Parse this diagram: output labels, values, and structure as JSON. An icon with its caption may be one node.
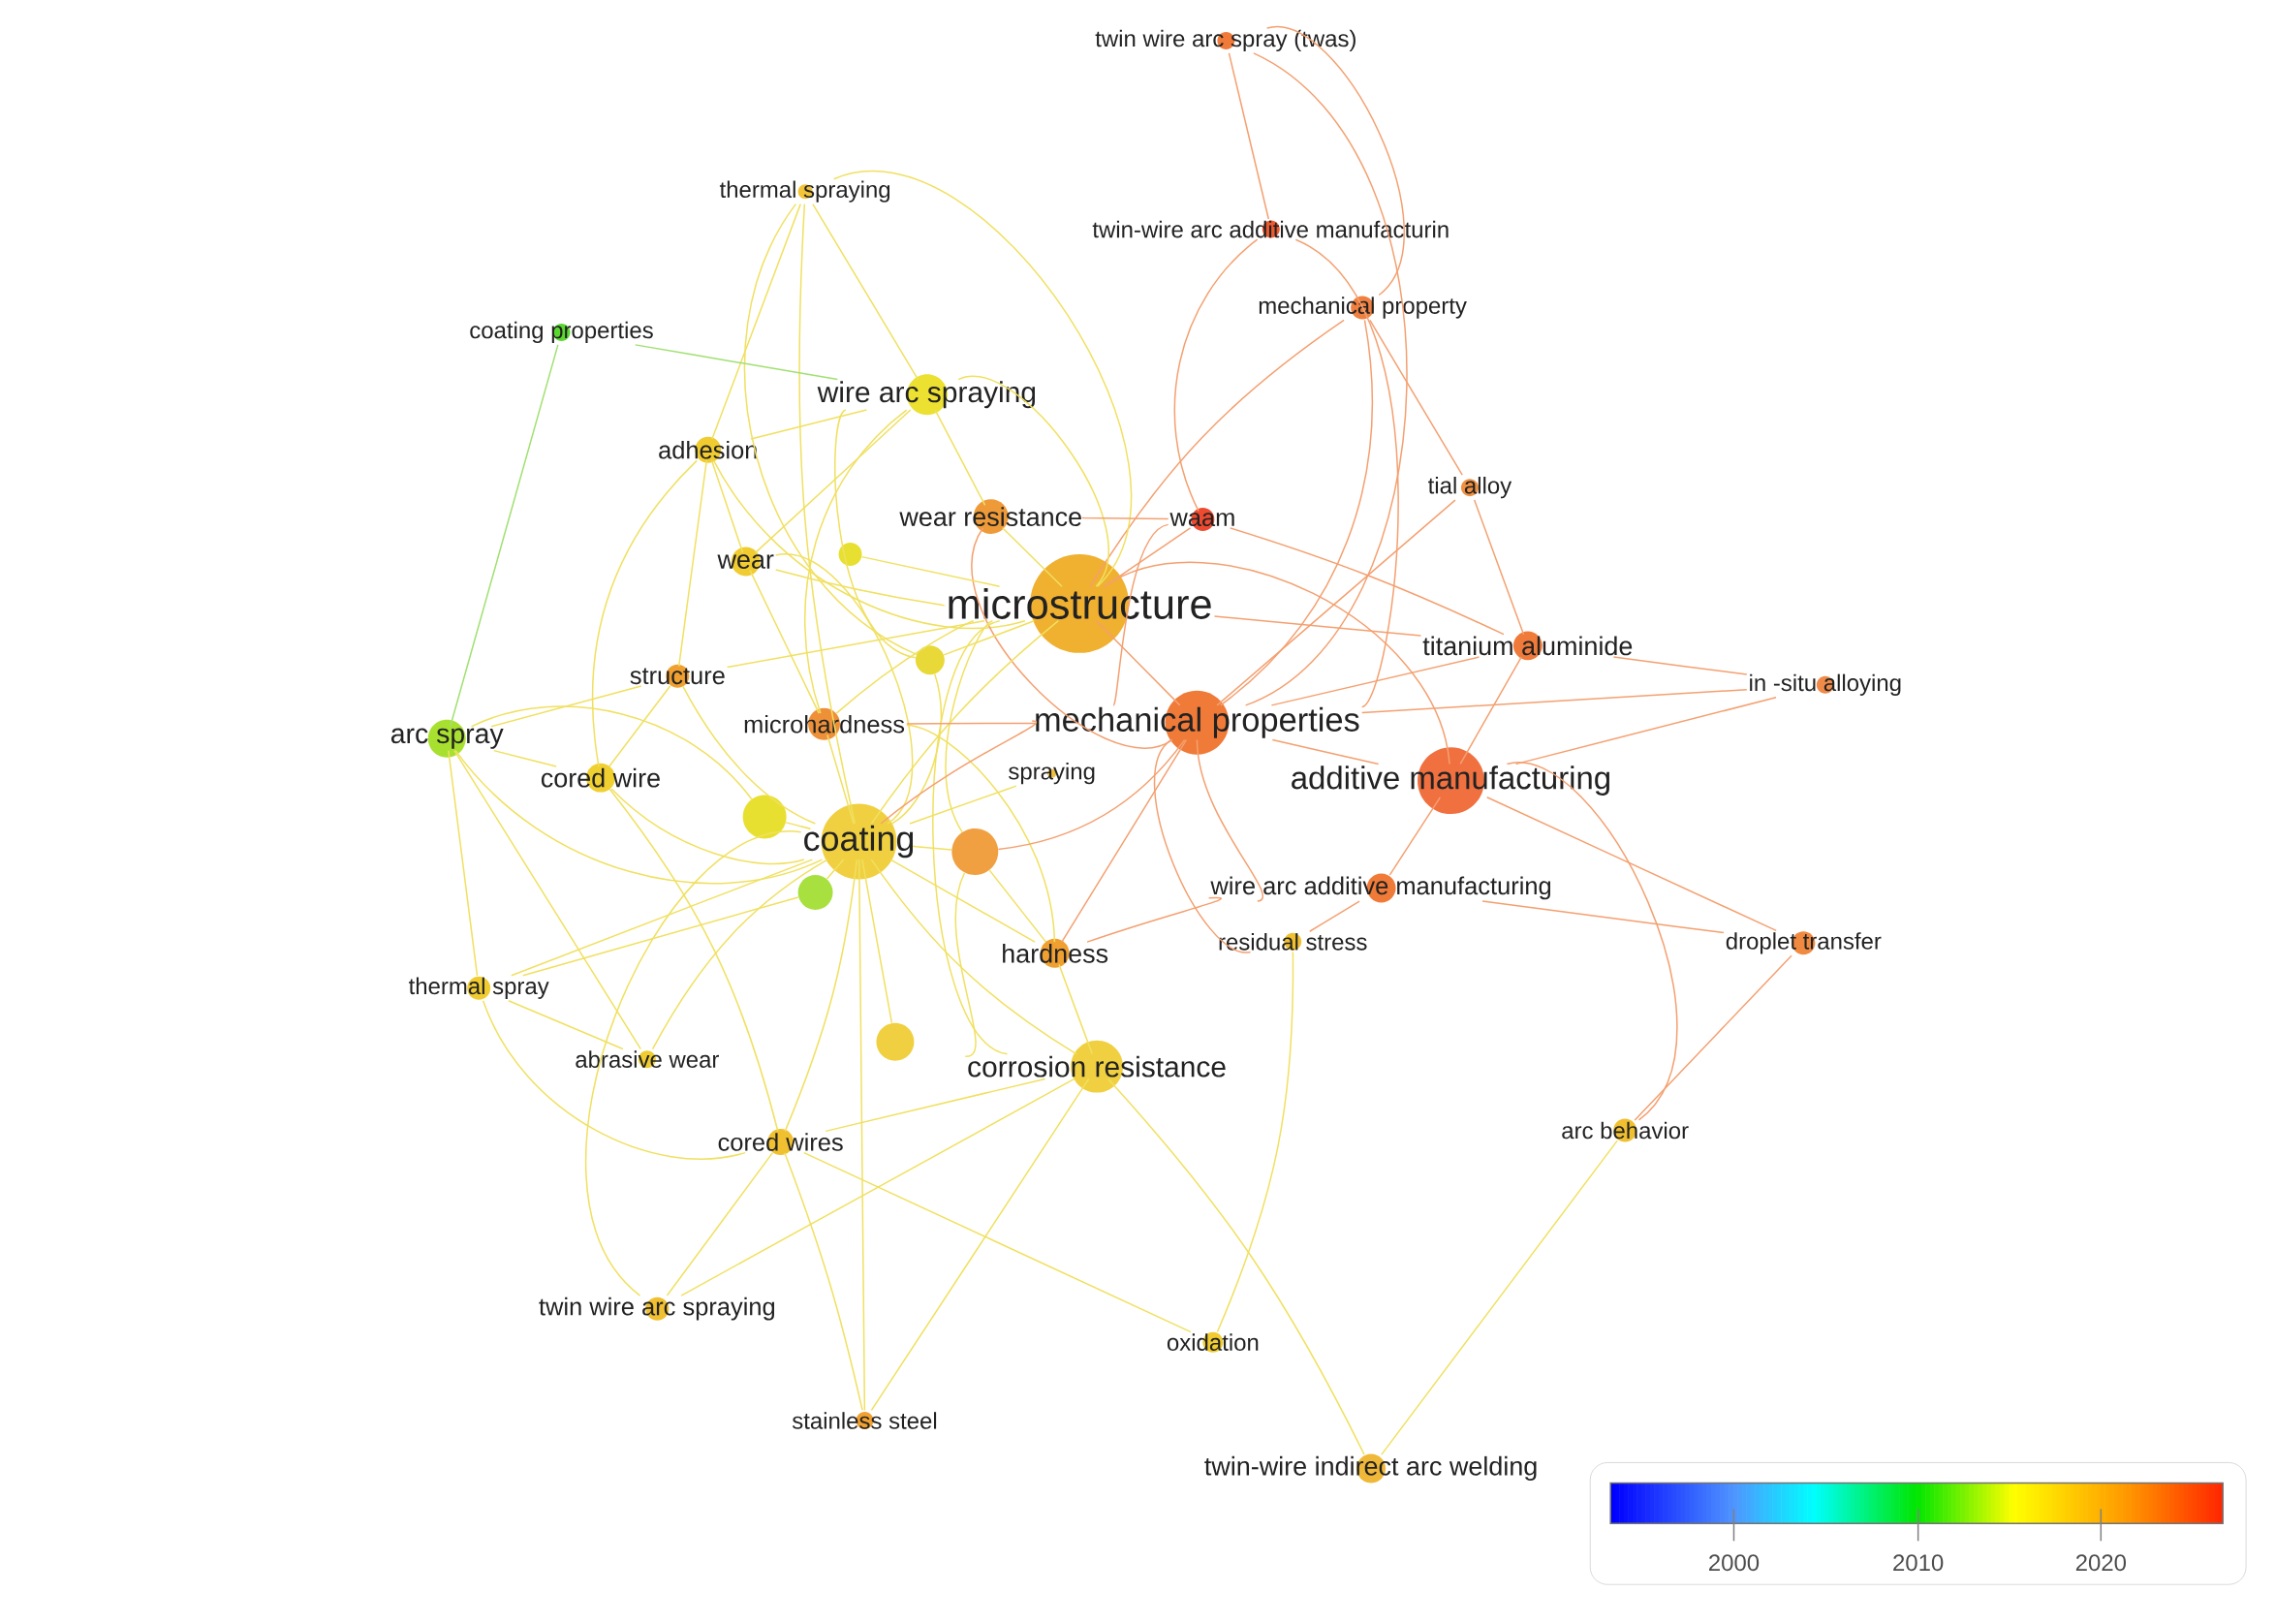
{
  "diagram": {
    "nodes": [
      {
        "text": [
          "twin wire arc spray (twas)"
        ]
      },
      {
        "text": [
          "thermal spraying"
        ]
      },
      {
        "text": [
          "twin-wire arc additive manufacturin"
        ]
      },
      {
        "text": [
          "mechanical property"
        ]
      },
      {
        "text": [
          "coating properties"
        ]
      },
      {
        "text": [
          "wire arc spraying"
        ]
      },
      {
        "text": [
          "adhesion"
        ]
      },
      {
        "text": [
          "tial alloy"
        ]
      },
      {
        "text": [
          "wear resistance"
        ]
      },
      {
        "text": [
          "waam"
        ]
      },
      {
        "text": [
          "wear"
        ]
      },
      {
        "text": [],
        "shape": "circle"
      },
      {
        "text": [
          "microstructure"
        ]
      },
      {
        "text": [],
        "shape": "circle"
      },
      {
        "text": [
          "titanium aluminide"
        ]
      },
      {
        "text": [
          "in -situ alloying"
        ]
      },
      {
        "text": [
          "structure"
        ]
      },
      {
        "text": [
          "microhardness"
        ]
      },
      {
        "text": [
          "arc spray"
        ]
      },
      {
        "text": [
          "mechanical properties"
        ]
      },
      {
        "text": [
          "cored wire"
        ]
      },
      {
        "text": [
          "spraying"
        ]
      },
      {
        "text": [
          "additive manufacturing"
        ]
      },
      {
        "text": [],
        "shape": "circle"
      },
      {
        "text": [
          "coating"
        ]
      },
      {
        "text": [],
        "shape": "circle"
      },
      {
        "text": [],
        "shape": "circle"
      },
      {
        "text": [
          "wire arc additive manufacturing"
        ]
      },
      {
        "text": [
          "residual stress"
        ]
      },
      {
        "text": [
          "droplet transfer"
        ]
      },
      {
        "text": [
          "hardness"
        ]
      },
      {
        "text": [
          "thermal spray"
        ]
      },
      {
        "text": [],
        "shape": "circle"
      },
      {
        "text": [
          "abrasive wear"
        ]
      },
      {
        "text": [
          "corrosion resistance"
        ]
      },
      {
        "text": [
          "arc behavior"
        ]
      },
      {
        "text": [
          "cored wires"
        ]
      },
      {
        "text": [
          "twin wire arc spraying"
        ]
      },
      {
        "text": [
          "oxidation"
        ]
      },
      {
        "text": [
          "stainless steel"
        ]
      },
      {
        "text": [
          "twin-wire indirect arc welding"
        ]
      }
    ],
    "edges": [
      {
        "from": 0,
        "to": 2,
        "arrow": "none",
        "color": "#f4a070"
      },
      {
        "from": 0,
        "to": 3,
        "arrow": "none",
        "color": "#f4a070"
      },
      {
        "from": 0,
        "to": 19,
        "arrow": "none",
        "color": "#f4a070"
      },
      {
        "from": 2,
        "to": 19,
        "arrow": "none",
        "color": "#f4a070"
      },
      {
        "from": 2,
        "to": 9,
        "arrow": "none",
        "color": "#f4a070"
      },
      {
        "from": 3,
        "to": 12,
        "arrow": "none",
        "color": "#f4a070"
      },
      {
        "from": 3,
        "to": 19,
        "arrow": "none",
        "color": "#f4a070"
      },
      {
        "from": 3,
        "to": 7,
        "arrow": "none",
        "color": "#f4a070"
      },
      {
        "from": 1,
        "to": 5,
        "arrow": "none"
      },
      {
        "from": 1,
        "to": 6,
        "arrow": "none"
      },
      {
        "from": 1,
        "to": 12,
        "arrow": "none"
      },
      {
        "from": 1,
        "to": 24,
        "arrow": "none"
      },
      {
        "from": 1,
        "to": 13,
        "arrow": "none"
      },
      {
        "from": 4,
        "to": 5,
        "arrow": "none",
        "color": "#a0e070"
      },
      {
        "from": 4,
        "to": 18,
        "arrow": "none",
        "color": "#a0e070"
      },
      {
        "from": 5,
        "to": 12,
        "arrow": "none"
      },
      {
        "from": 5,
        "to": 6,
        "arrow": "none"
      },
      {
        "from": 5,
        "to": 10,
        "arrow": "none"
      },
      {
        "from": 5,
        "to": 8,
        "arrow": "none"
      },
      {
        "from": 5,
        "to": 17,
        "arrow": "none"
      },
      {
        "from": 5,
        "to": 13,
        "arrow": "none"
      },
      {
        "from": 6,
        "to": 10,
        "arrow": "none"
      },
      {
        "from": 6,
        "to": 20,
        "arrow": "none"
      },
      {
        "from": 6,
        "to": 12,
        "arrow": "none"
      },
      {
        "from": 6,
        "to": 16,
        "arrow": "none"
      },
      {
        "from": 7,
        "to": 14,
        "arrow": "none",
        "color": "#f4a070"
      },
      {
        "from": 7,
        "to": 19,
        "arrow": "none",
        "color": "#f4a070"
      },
      {
        "from": 8,
        "to": 12,
        "arrow": "none"
      },
      {
        "from": 8,
        "to": 9,
        "arrow": "none",
        "color": "#f4a070"
      },
      {
        "from": 8,
        "to": 19,
        "arrow": "none",
        "color": "#f4a070"
      },
      {
        "from": 9,
        "to": 12,
        "arrow": "none",
        "color": "#f4a070"
      },
      {
        "from": 9,
        "to": 14,
        "arrow": "none",
        "color": "#f4a070"
      },
      {
        "from": 9,
        "to": 19,
        "arrow": "none",
        "color": "#f4a070"
      },
      {
        "from": 10,
        "to": 12,
        "arrow": "none"
      },
      {
        "from": 10,
        "to": 24,
        "arrow": "none"
      },
      {
        "from": 10,
        "to": 17,
        "arrow": "none"
      },
      {
        "from": 11,
        "to": 12,
        "arrow": "none"
      },
      {
        "from": 12,
        "to": 19,
        "arrow": "none",
        "color": "#f4a070"
      },
      {
        "from": 12,
        "to": 22,
        "arrow": "none",
        "color": "#f4a070"
      },
      {
        "from": 12,
        "to": 24,
        "arrow": "none"
      },
      {
        "from": 12,
        "to": 17,
        "arrow": "none"
      },
      {
        "from": 12,
        "to": 34,
        "arrow": "none"
      },
      {
        "from": 12,
        "to": 16,
        "arrow": "none"
      },
      {
        "from": 12,
        "to": 13,
        "arrow": "none"
      },
      {
        "from": 12,
        "to": 25,
        "arrow": "none"
      },
      {
        "from": 12,
        "to": 14,
        "arrow": "none",
        "color": "#f4a070"
      },
      {
        "from": 13,
        "to": 24,
        "arrow": "none"
      },
      {
        "from": 14,
        "to": 22,
        "arrow": "none",
        "color": "#f4a070"
      },
      {
        "from": 14,
        "to": 15,
        "arrow": "none",
        "color": "#f4a070"
      },
      {
        "from": 14,
        "to": 19,
        "arrow": "none",
        "color": "#f4a070"
      },
      {
        "from": 15,
        "to": 22,
        "arrow": "none",
        "color": "#f4a070"
      },
      {
        "from": 15,
        "to": 19,
        "arrow": "none",
        "color": "#f4a070"
      },
      {
        "from": 16,
        "to": 20,
        "arrow": "none"
      },
      {
        "from": 16,
        "to": 24,
        "arrow": "none"
      },
      {
        "from": 16,
        "to": 18,
        "arrow": "none"
      },
      {
        "from": 17,
        "to": 24,
        "arrow": "none"
      },
      {
        "from": 17,
        "to": 30,
        "arrow": "none"
      },
      {
        "from": 17,
        "to": 19,
        "arrow": "none",
        "color": "#f4a070"
      },
      {
        "from": 18,
        "to": 20,
        "arrow": "none"
      },
      {
        "from": 18,
        "to": 24,
        "arrow": "none"
      },
      {
        "from": 18,
        "to": 31,
        "arrow": "none"
      },
      {
        "from": 18,
        "to": 23,
        "arrow": "none"
      },
      {
        "from": 18,
        "to": 33,
        "arrow": "none"
      },
      {
        "from": 19,
        "to": 22,
        "arrow": "none",
        "color": "#f4a070"
      },
      {
        "from": 19,
        "to": 27,
        "arrow": "none",
        "color": "#f4a070"
      },
      {
        "from": 19,
        "to": 30,
        "arrow": "none",
        "color": "#f4a070"
      },
      {
        "from": 19,
        "to": 24,
        "arrow": "none",
        "color": "#f4a070"
      },
      {
        "from": 19,
        "to": 28,
        "arrow": "none",
        "color": "#f4a070"
      },
      {
        "from": 19,
        "to": 25,
        "arrow": "none",
        "color": "#f4a070"
      },
      {
        "from": 20,
        "to": 24,
        "arrow": "none"
      },
      {
        "from": 20,
        "to": 36,
        "arrow": "none"
      },
      {
        "from": 21,
        "to": 24,
        "arrow": "none"
      },
      {
        "from": 22,
        "to": 27,
        "arrow": "none",
        "color": "#f4a070"
      },
      {
        "from": 22,
        "to": 29,
        "arrow": "none",
        "color": "#f4a070"
      },
      {
        "from": 22,
        "to": 35,
        "arrow": "none",
        "color": "#f4a070"
      },
      {
        "from": 23,
        "to": 24,
        "arrow": "none"
      },
      {
        "from": 24,
        "to": 25,
        "arrow": "none"
      },
      {
        "from": 24,
        "to": 26,
        "arrow": "none"
      },
      {
        "from": 24,
        "to": 32,
        "arrow": "none"
      },
      {
        "from": 24,
        "to": 34,
        "arrow": "none"
      },
      {
        "from": 24,
        "to": 30,
        "arrow": "none"
      },
      {
        "from": 24,
        "to": 36,
        "arrow": "none"
      },
      {
        "from": 24,
        "to": 33,
        "arrow": "none"
      },
      {
        "from": 24,
        "to": 31,
        "arrow": "none"
      },
      {
        "from": 25,
        "to": 30,
        "arrow": "none"
      },
      {
        "from": 25,
        "to": 34,
        "arrow": "none"
      },
      {
        "from": 26,
        "to": 31,
        "arrow": "none"
      },
      {
        "from": 27,
        "to": 29,
        "arrow": "none",
        "color": "#f4a070"
      },
      {
        "from": 27,
        "to": 28,
        "arrow": "none",
        "color": "#f4a070"
      },
      {
        "from": 27,
        "to": 30,
        "arrow": "none",
        "color": "#f4a070"
      },
      {
        "from": 28,
        "to": 38,
        "arrow": "none"
      },
      {
        "from": 29,
        "to": 35,
        "arrow": "none",
        "color": "#f4a070"
      },
      {
        "from": 30,
        "to": 34,
        "arrow": "none"
      },
      {
        "from": 31,
        "to": 33,
        "arrow": "none"
      },
      {
        "from": 31,
        "to": 36,
        "arrow": "none"
      },
      {
        "from": 34,
        "to": 40,
        "arrow": "none"
      },
      {
        "from": 34,
        "to": 36,
        "arrow": "none"
      },
      {
        "from": 34,
        "to": 37,
        "arrow": "none"
      },
      {
        "from": 34,
        "to": 39,
        "arrow": "none"
      },
      {
        "from": 35,
        "to": 40,
        "arrow": "none"
      },
      {
        "from": 36,
        "to": 37,
        "arrow": "none"
      },
      {
        "from": 36,
        "to": 38,
        "arrow": "none"
      },
      {
        "from": 36,
        "to": 39,
        "arrow": "none"
      },
      {
        "from": 37,
        "to": 24,
        "arrow": "none"
      },
      {
        "from": 39,
        "to": 24,
        "arrow": "none"
      }
    ],
    "labels": [
      "2000",
      "2010",
      "2020"
    ]
  }
}
